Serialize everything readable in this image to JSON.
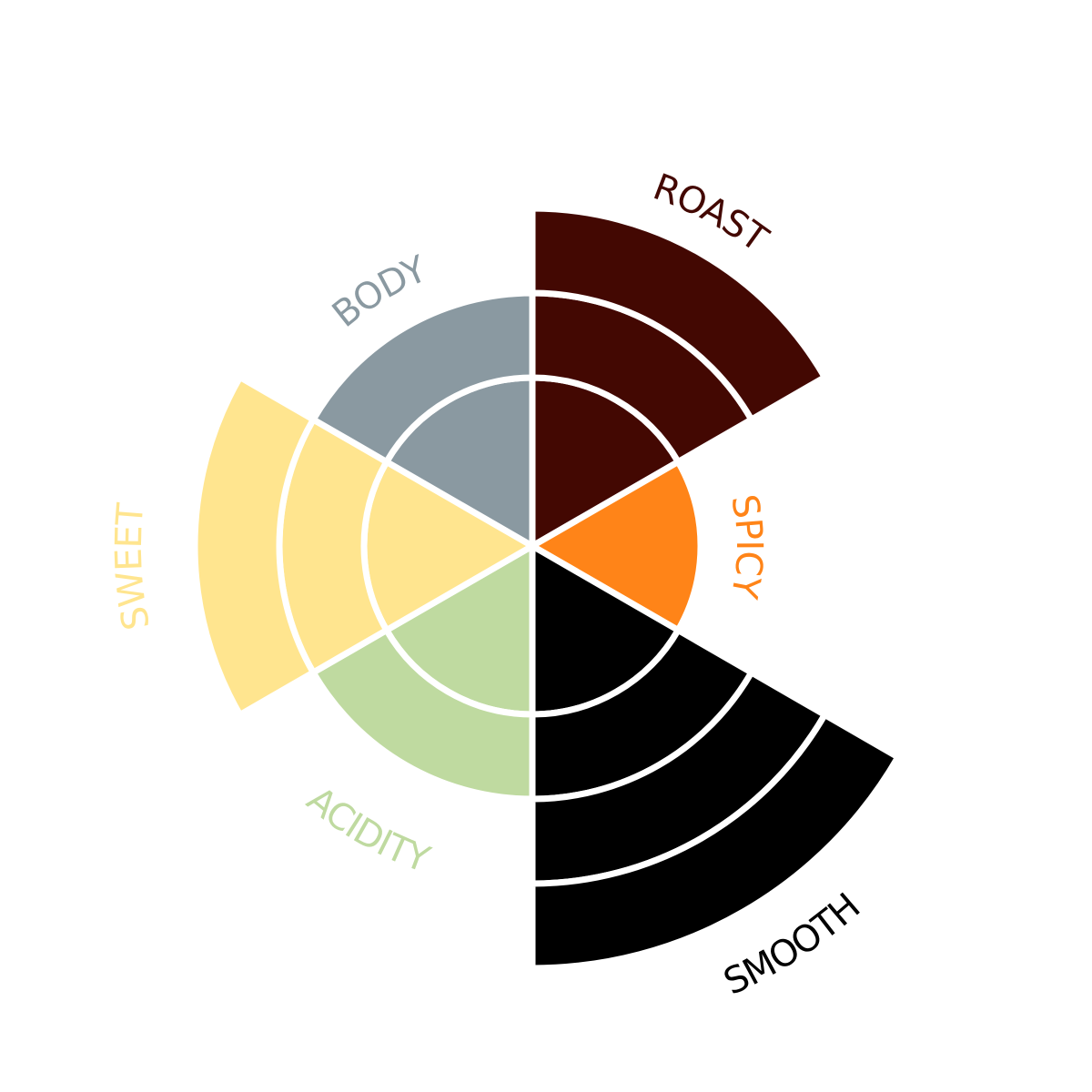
{
  "chart_data": {
    "type": "polar-area",
    "title": "",
    "categories": [
      "ROAST",
      "SPICY",
      "SMOOTH",
      "ACIDITY",
      "SWEET",
      "BODY"
    ],
    "values": [
      3,
      1,
      4,
      2,
      3,
      2
    ],
    "colors": [
      "#430802",
      "#FF8418",
      "#000000",
      "#BFDAA0",
      "#FFE58F",
      "#8A99A1"
    ],
    "max_level": 4,
    "grid": false,
    "legend": "none"
  }
}
